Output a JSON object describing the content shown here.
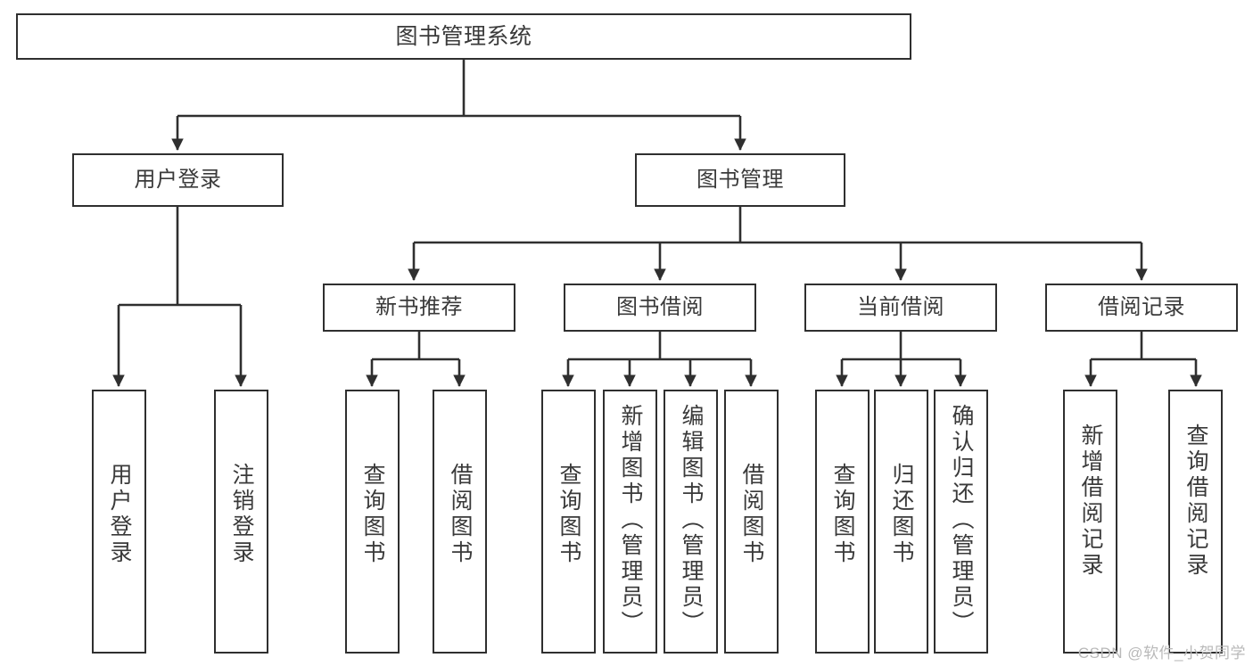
{
  "diagram": {
    "title": "图书管理系统",
    "type": "tree",
    "watermark": "CSDN @软件_小贺同学",
    "colors": {
      "node_border": "#2f2f2f",
      "node_fill": "#ffffff",
      "edge": "#2f2f2f",
      "text": "#3a3a3a",
      "watermark": "#b9b9b9",
      "background": "#ffffff"
    },
    "levels": {
      "root": [
        "图书管理系统"
      ],
      "level2": [
        "用户登录",
        "图书管理"
      ],
      "level3": [
        "新书推荐",
        "图书借阅",
        "当前借阅",
        "借阅记录"
      ],
      "level4": [
        "用户登录",
        "注销登录",
        "查询图书",
        "借阅图书",
        "查询图书",
        "新增图书（管理员）",
        "编辑图书（管理员）",
        "借阅图书",
        "查询图书",
        "归还图书",
        "确认归还（管理员）",
        "新增借阅记录",
        "查询借阅记录"
      ]
    },
    "nodes": {
      "root": {
        "label": "图书管理系统"
      },
      "user_login": {
        "label": "用户登录"
      },
      "book_manage": {
        "label": "图书管理"
      },
      "new_book_rec": {
        "label": "新书推荐"
      },
      "book_borrow": {
        "label": "图书借阅"
      },
      "current_borrow": {
        "label": "当前借阅"
      },
      "borrow_record": {
        "label": "借阅记录"
      },
      "leaf_user_login": {
        "label": "用户登录"
      },
      "leaf_logout": {
        "label": "注销登录"
      },
      "leaf_query_book_1": {
        "label": "查询图书"
      },
      "leaf_borrow_book_1": {
        "label": "借阅图书"
      },
      "leaf_query_book_2": {
        "label": "查询图书"
      },
      "leaf_add_book": {
        "label": "新增图书（管理员）"
      },
      "leaf_edit_book": {
        "label": "编辑图书（管理员）"
      },
      "leaf_borrow_book_2": {
        "label": "借阅图书"
      },
      "leaf_query_book_3": {
        "label": "查询图书"
      },
      "leaf_return_book": {
        "label": "归还图书"
      },
      "leaf_confirm_return": {
        "label": "确认归还（管理员）"
      },
      "leaf_add_record": {
        "label": "新增借阅记录"
      },
      "leaf_query_record": {
        "label": "查询借阅记录"
      }
    },
    "edges": [
      {
        "from": "root",
        "to": "user_login"
      },
      {
        "from": "root",
        "to": "book_manage"
      },
      {
        "from": "user_login",
        "to": "leaf_user_login"
      },
      {
        "from": "user_login",
        "to": "leaf_logout"
      },
      {
        "from": "book_manage",
        "to": "new_book_rec"
      },
      {
        "from": "book_manage",
        "to": "book_borrow"
      },
      {
        "from": "book_manage",
        "to": "current_borrow"
      },
      {
        "from": "book_manage",
        "to": "borrow_record"
      },
      {
        "from": "new_book_rec",
        "to": "leaf_query_book_1"
      },
      {
        "from": "new_book_rec",
        "to": "leaf_borrow_book_1"
      },
      {
        "from": "book_borrow",
        "to": "leaf_query_book_2"
      },
      {
        "from": "book_borrow",
        "to": "leaf_add_book"
      },
      {
        "from": "book_borrow",
        "to": "leaf_edit_book"
      },
      {
        "from": "book_borrow",
        "to": "leaf_borrow_book_2"
      },
      {
        "from": "current_borrow",
        "to": "leaf_query_book_3"
      },
      {
        "from": "current_borrow",
        "to": "leaf_return_book"
      },
      {
        "from": "current_borrow",
        "to": "leaf_confirm_return"
      },
      {
        "from": "borrow_record",
        "to": "leaf_add_record"
      },
      {
        "from": "borrow_record",
        "to": "leaf_query_record"
      }
    ]
  }
}
